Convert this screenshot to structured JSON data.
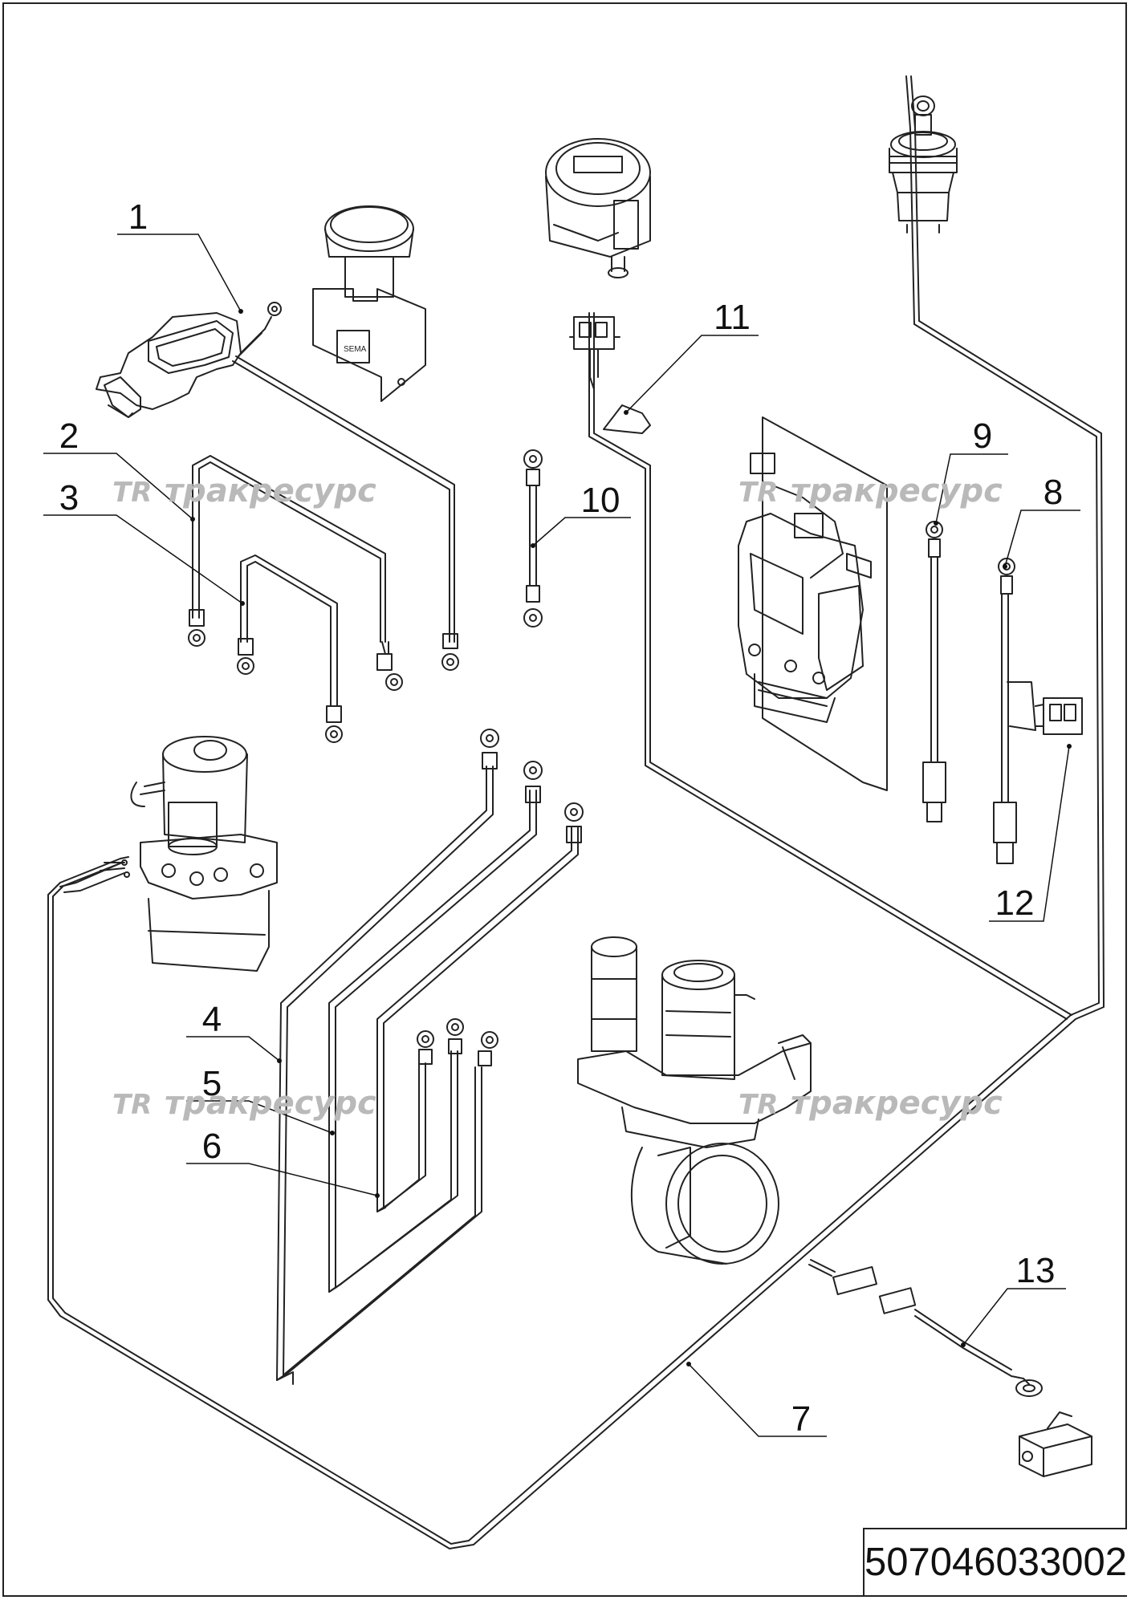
{
  "callouts": [
    "1",
    "2",
    "3",
    "4",
    "5",
    "6",
    "7",
    "8",
    "9",
    "10",
    "11",
    "12",
    "13"
  ],
  "watermark": {
    "logo": "TR",
    "text": "тракресурс"
  },
  "document_number": "507046033002",
  "colors": {
    "line": "#222222",
    "watermark": "#b9b9b9",
    "background": "#ffffff"
  }
}
